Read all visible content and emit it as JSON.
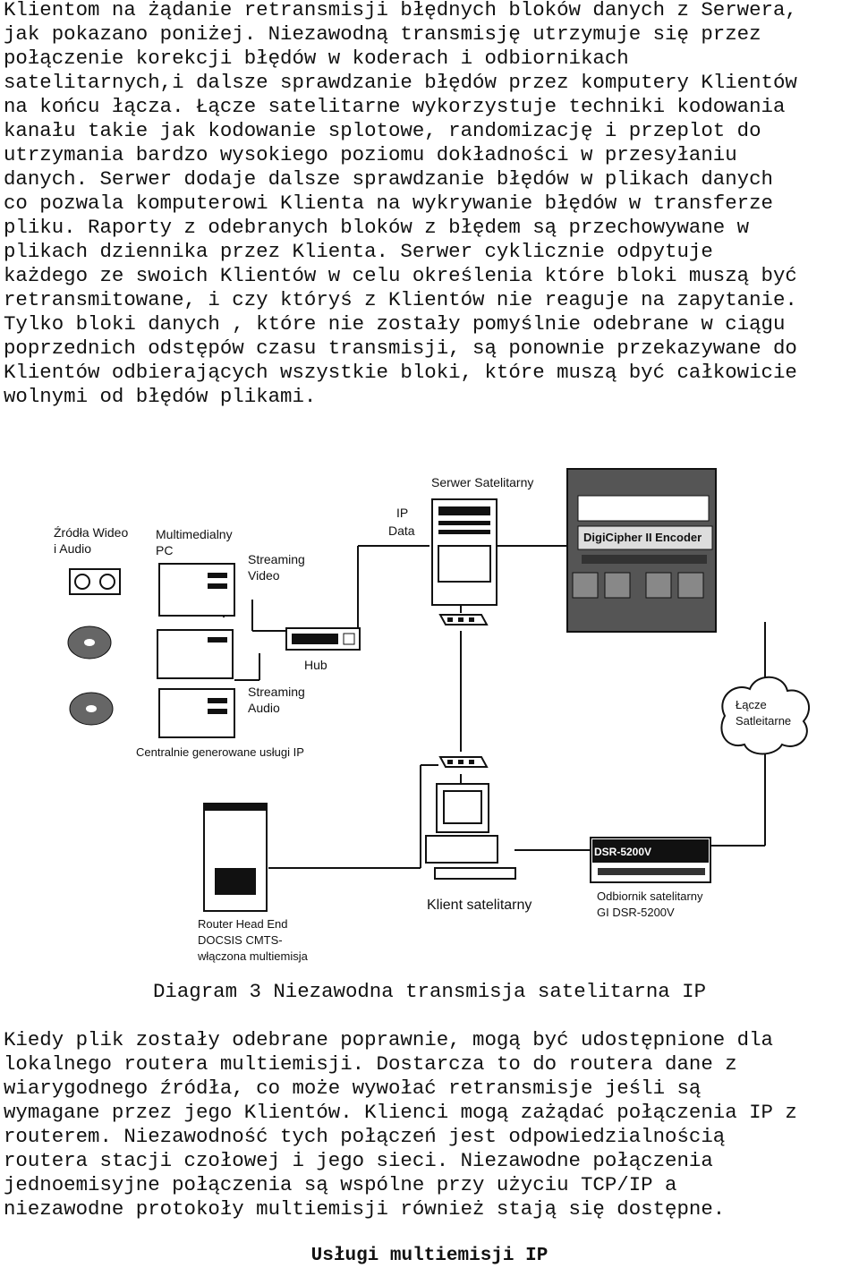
{
  "paragraph1": [
    "Klientom na żądanie retransmisji błędnych bloków danych z Serwera,",
    "jak pokazano poniżej. Niezawodną transmisję utrzymuje się przez",
    "połączenie korekcji błędów w koderach i odbiornikach",
    "satelitarnych,i dalsze sprawdzanie błędów przez komputery Klientów",
    "na końcu łącza. Łącze satelitarne wykorzystuje techniki kodowania",
    "kanału takie jak kodowanie splotowe, randomizację i przeplot do",
    "utrzymania bardzo wysokiego poziomu dokładności w przesyłaniu",
    "danych. Serwer dodaje dalsze sprawdzanie błędów w plikach danych",
    "co pozwala komputerowi Klienta na wykrywanie błędów w transferze",
    "pliku. Raporty z odebranych bloków z błędem są przechowywane w",
    "plikach dziennika przez Klienta. Serwer cyklicznie odpytuje",
    "każdego ze swoich Klientów w celu określenia które bloki muszą być",
    "retransmitowane, i czy któryś z Klientów nie reaguje na zapytanie.",
    "Tylko bloki danych , które nie zostały pomyślnie odebrane w ciągu",
    "poprzednich odstępów czasu transmisji, są ponownie przekazywane do",
    "Klientów odbierających wszystkie bloki, które muszą być całkowicie",
    "wolnymi od błędów plikami."
  ],
  "diagram": {
    "server_label": "Serwer Satelitarny",
    "ip_data_label": [
      "IP",
      "Data"
    ],
    "encoder_label": "DigiCipher II Encoder",
    "sources_label": [
      "Źródła Wideo",
      "i Audio"
    ],
    "multimedia_label": [
      "Multimedialny",
      "PC"
    ],
    "streaming_video_label": [
      "Streaming",
      "Video"
    ],
    "hub_label": "Hub",
    "streaming_audio_label": [
      "Streaming",
      "Audio"
    ],
    "central_services_label": "Centralnie generowane usługi IP",
    "satellite_link_label": [
      "Łącze",
      "Satleitarne"
    ],
    "receiver_panel_label": "DSR-5200V",
    "client_label": "Klient satelitarny",
    "receiver_label": [
      "Odbiornik satelitarny",
      "GI DSR-5200V"
    ],
    "router_label": [
      "Router Head End",
      "DOCSIS CMTS-",
      "włączona multiemisja"
    ]
  },
  "caption": "Diagram 3 Niezawodna transmisja satelitarna IP",
  "paragraph2": [
    "Kiedy plik zostały odebrane poprawnie, mogą być udostępnione dla",
    "lokalnego routera multiemisji. Dostarcza to do routera dane z",
    "wiarygodnego źródła, co może wywołać retransmisje jeśli są",
    "wymagane przez jego Klientów. Klienci mogą zażądać połączenia IP z",
    "routerem. Niezawodność tych połączeń jest odpowiedzialnością",
    "routera stacji czołowej i jego sieci. Niezawodne połączenia",
    "jednoemisyjne połączenia są wspólne przy użyciu TCP/IP a",
    "niezawodne protokoły multiemisji również stają się dostępne."
  ],
  "section_heading": "Usługi multiemisji IP"
}
